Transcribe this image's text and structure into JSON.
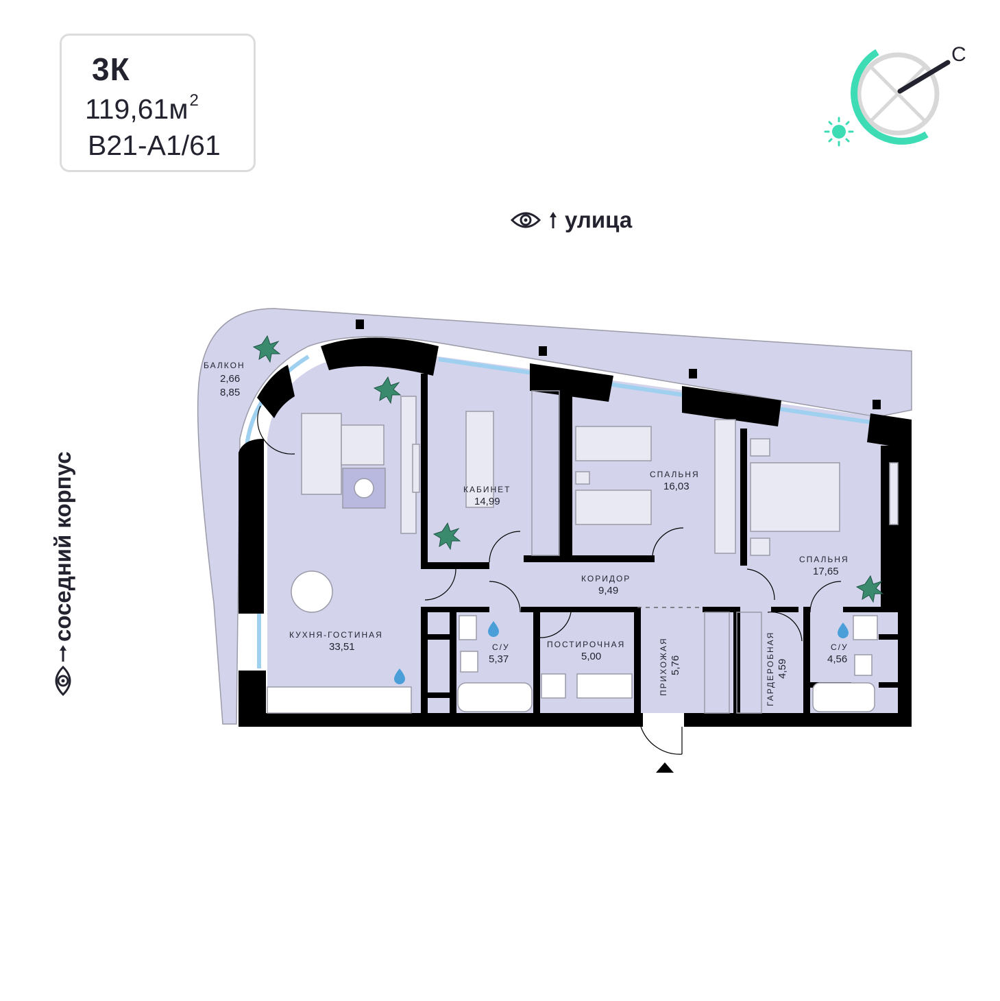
{
  "apartment": {
    "type": "3К",
    "area_value": "119,61м",
    "area_sup": "2",
    "unit_code": "B21-A1/61"
  },
  "compass": {
    "north_label": "С"
  },
  "orientation": {
    "street_label": "улица",
    "neighbor_label": "соседний корпус"
  },
  "rooms": [
    {
      "name": "БАЛКОН",
      "area": "2,66",
      "area2": "8,85"
    },
    {
      "name": "КАБИНЕТ",
      "area": "14,99"
    },
    {
      "name": "СПАЛЬНЯ",
      "area": "16,03"
    },
    {
      "name": "СПАЛЬНЯ",
      "area": "17,65"
    },
    {
      "name": "КОРИДОР",
      "area": "9,49"
    },
    {
      "name": "КУХНЯ-ГОСТИНАЯ",
      "area": "33,51"
    },
    {
      "name": "С/У",
      "area": "5,37"
    },
    {
      "name": "ПОСТИРОЧНАЯ",
      "area": "5,00"
    },
    {
      "name": "ПРИХОЖАЯ",
      "area": "5,76"
    },
    {
      "name": "ГАРДЕРОБНАЯ",
      "area": "4,59"
    },
    {
      "name": "С/У",
      "area": "4,56"
    }
  ],
  "colors": {
    "floor": "#d3d3ec",
    "wall": "#000000",
    "window": "#9fd0f0",
    "accent": "#3ddcb4",
    "plant": "#3a8a6e",
    "text": "#23232f"
  },
  "icons": [
    "eye-icon",
    "arrow-up-icon",
    "sun-icon",
    "compass-icon",
    "plant-icon",
    "water-drop-icon",
    "entrance-arrow-icon"
  ]
}
